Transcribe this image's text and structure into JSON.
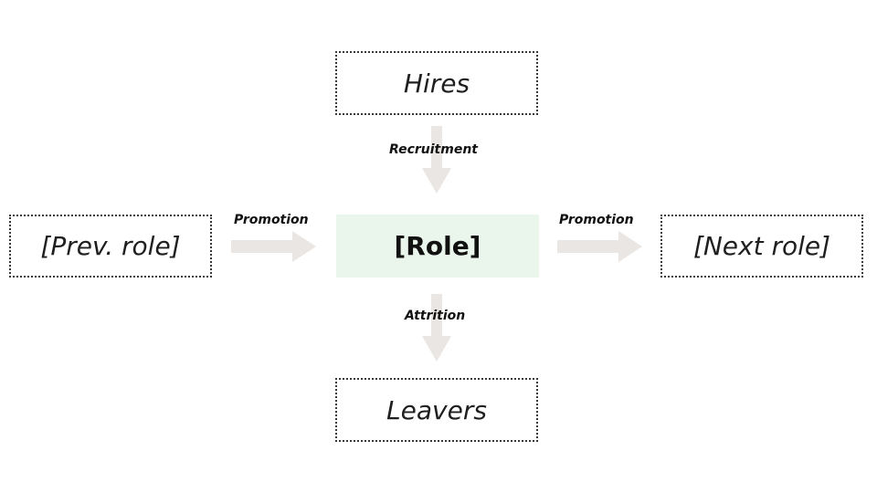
{
  "nodes": {
    "top": "Hires",
    "center": "[Role]",
    "left": "[Prev. role]",
    "right": "[Next role]",
    "bottom": "Leavers"
  },
  "edges": {
    "top_to_center": "Recruitment",
    "left_to_center": "Promotion",
    "center_to_right": "Promotion",
    "center_to_bottom": "Attrition"
  },
  "colors": {
    "center_fill": "#eaf6ec",
    "arrow": "#e9e6e3",
    "border": "#3a3a3a"
  }
}
